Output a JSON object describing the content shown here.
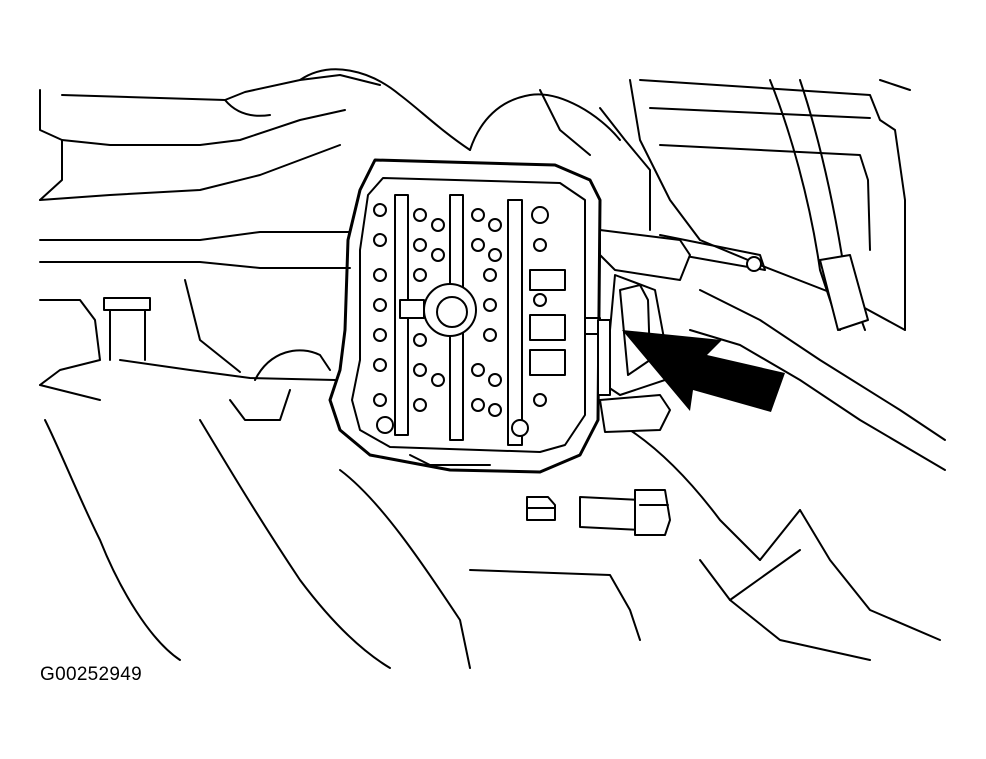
{
  "figure": {
    "id_label": "G00252949",
    "line_color": "#000000",
    "background_color": "#ffffff"
  },
  "callouts": [
    {
      "name": "arrow-pointer",
      "target": "connector-locking-tab"
    }
  ]
}
